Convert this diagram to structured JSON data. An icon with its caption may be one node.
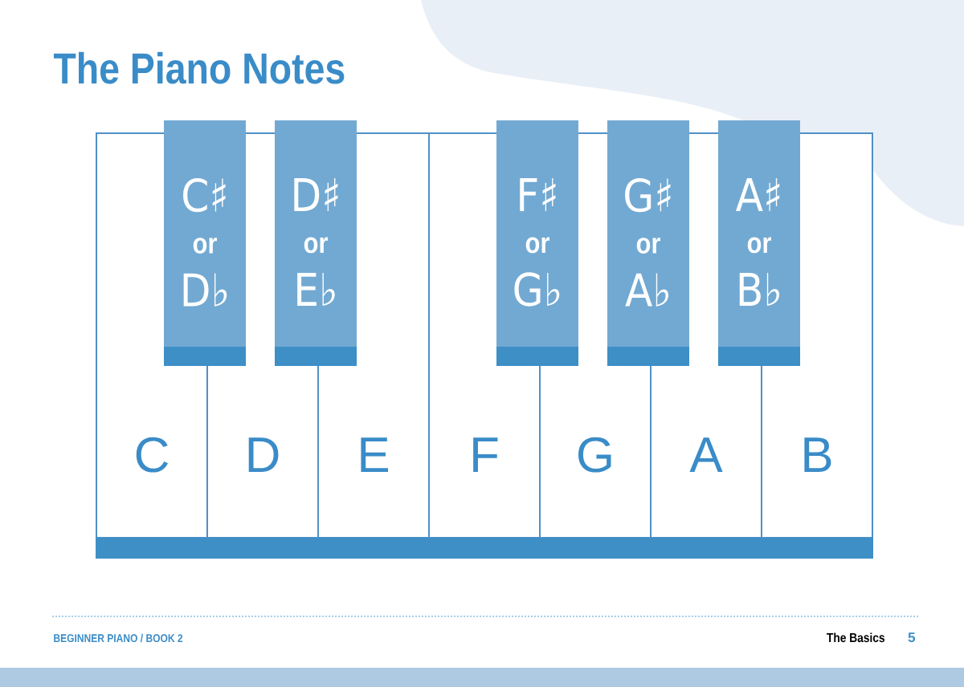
{
  "diagram": {
    "title": "The Piano Notes",
    "nodes": [
      {
        "text": [
          "C♯",
          "or",
          "D♭"
        ]
      },
      {
        "text": [
          "D♯",
          "or",
          "E♭"
        ]
      },
      {
        "text": [
          "F♯",
          "or",
          "G♭"
        ]
      },
      {
        "text": [
          "G♯",
          "or",
          "A♭"
        ]
      },
      {
        "text": [
          "A♯",
          "or",
          "B♭"
        ]
      },
      {
        "text": [
          "C"
        ]
      },
      {
        "text": [
          "D"
        ]
      },
      {
        "text": [
          "E"
        ]
      },
      {
        "text": [
          "F"
        ]
      },
      {
        "text": [
          "G"
        ]
      },
      {
        "text": [
          "A"
        ]
      },
      {
        "text": [
          "B"
        ]
      }
    ],
    "labels": [
      "BEGINNER PIANO / BOOK 2",
      "The Basics",
      "5"
    ]
  }
}
